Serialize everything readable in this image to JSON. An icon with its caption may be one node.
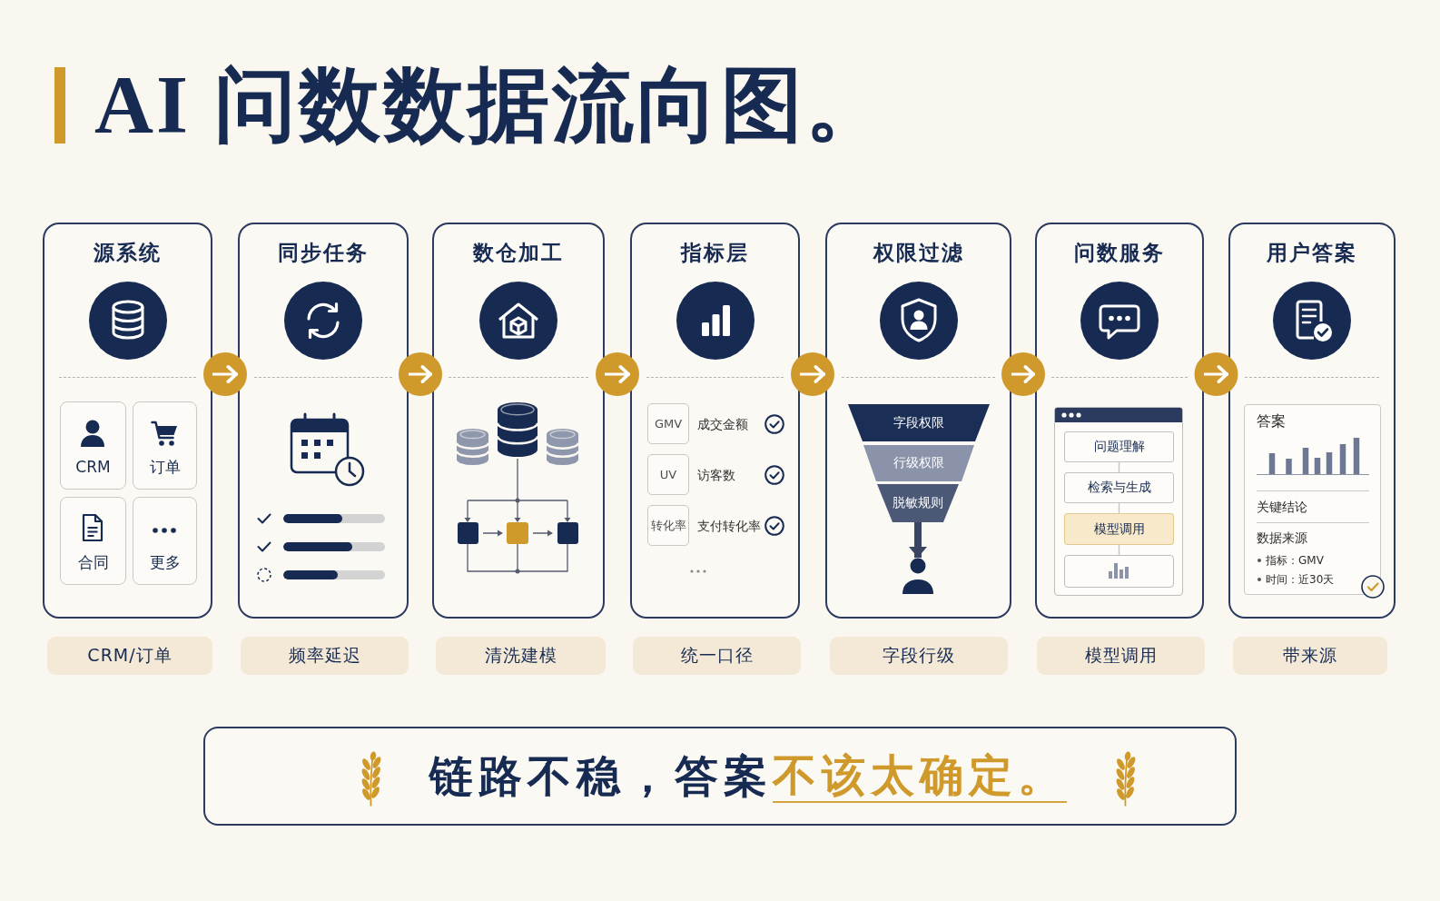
{
  "diagram": {
    "title": "AI 问数数据流向图。",
    "nodes": [
      {
        "text": [
          "源系统"
        ]
      },
      {
        "text": [
          "CRM"
        ],
        "in": 0
      },
      {
        "text": [
          "订单"
        ],
        "in": 0
      },
      {
        "text": [
          "合同"
        ],
        "in": 0
      },
      {
        "text": [
          "更多"
        ],
        "in": 0
      },
      {
        "text": [
          "同步任务"
        ]
      },
      {
        "text": [
          "数仓加工"
        ]
      },
      {
        "text": [
          "指标层"
        ]
      },
      {
        "text": [
          "GMV"
        ],
        "in": 7,
        "beside": [
          "成交金额"
        ]
      },
      {
        "text": [
          "UV"
        ],
        "in": 7,
        "beside": [
          "访客数"
        ]
      },
      {
        "text": [
          "转化率"
        ],
        "in": 7,
        "beside": [
          "支付转化率"
        ]
      },
      {
        "text": [
          "权限过滤"
        ]
      },
      {
        "text": [
          "字段权限"
        ],
        "in": 11
      },
      {
        "text": [
          "行级权限"
        ],
        "in": 11
      },
      {
        "text": [
          "脱敏规则"
        ],
        "in": 11
      },
      {
        "text": [],
        "shape": "person",
        "in": 11
      },
      {
        "text": [
          "问数服务"
        ]
      },
      {
        "text": [],
        "shape": "box",
        "in": 16
      },
      {
        "text": [
          "问题理解"
        ],
        "in": 17
      },
      {
        "text": [
          "检索与生成"
        ],
        "in": 17
      },
      {
        "text": [
          "模型调用"
        ],
        "in": 17
      },
      {
        "text": [],
        "shape": "box",
        "in": 17
      },
      {
        "text": [
          "用户答案"
        ]
      },
      {
        "text": [
          "答案",
          "关键结论",
          "数据来源",
          "指标：GMV",
          "时间：近30天"
        ],
        "in": 22
      },
      {
        "text": [
          "CRM/订单"
        ]
      },
      {
        "text": [
          "频率延迟"
        ]
      },
      {
        "text": [
          "清洗建模"
        ]
      },
      {
        "text": [
          "统一口径"
        ]
      },
      {
        "text": [
          "字段行级"
        ]
      },
      {
        "text": [
          "模型调用"
        ]
      },
      {
        "text": [
          "带来源"
        ]
      },
      {
        "text": [
          "链路不稳，答案",
          "不该太确定。"
        ]
      }
    ],
    "edges": [
      {
        "from": 0,
        "to": 5,
        "arrow": "to"
      },
      {
        "from": 5,
        "to": 6,
        "arrow": "to"
      },
      {
        "from": 6,
        "to": 7,
        "arrow": "to"
      },
      {
        "from": 7,
        "to": 11,
        "arrow": "to"
      },
      {
        "from": 11,
        "to": 16,
        "arrow": "to"
      },
      {
        "from": 16,
        "to": 22,
        "arrow": "to"
      },
      {
        "from": 14,
        "to": 15,
        "arrow": "to",
        "style": "thick",
        "color": "#3a4661"
      },
      {
        "from": 18,
        "to": 19,
        "arrow": "none",
        "color": "#c4c4c4"
      },
      {
        "from": 19,
        "to": 20,
        "arrow": "none",
        "color": "#c4c4c4"
      },
      {
        "from": 20,
        "to": 21,
        "arrow": "none",
        "color": "#c4c4c4"
      }
    ]
  }
}
